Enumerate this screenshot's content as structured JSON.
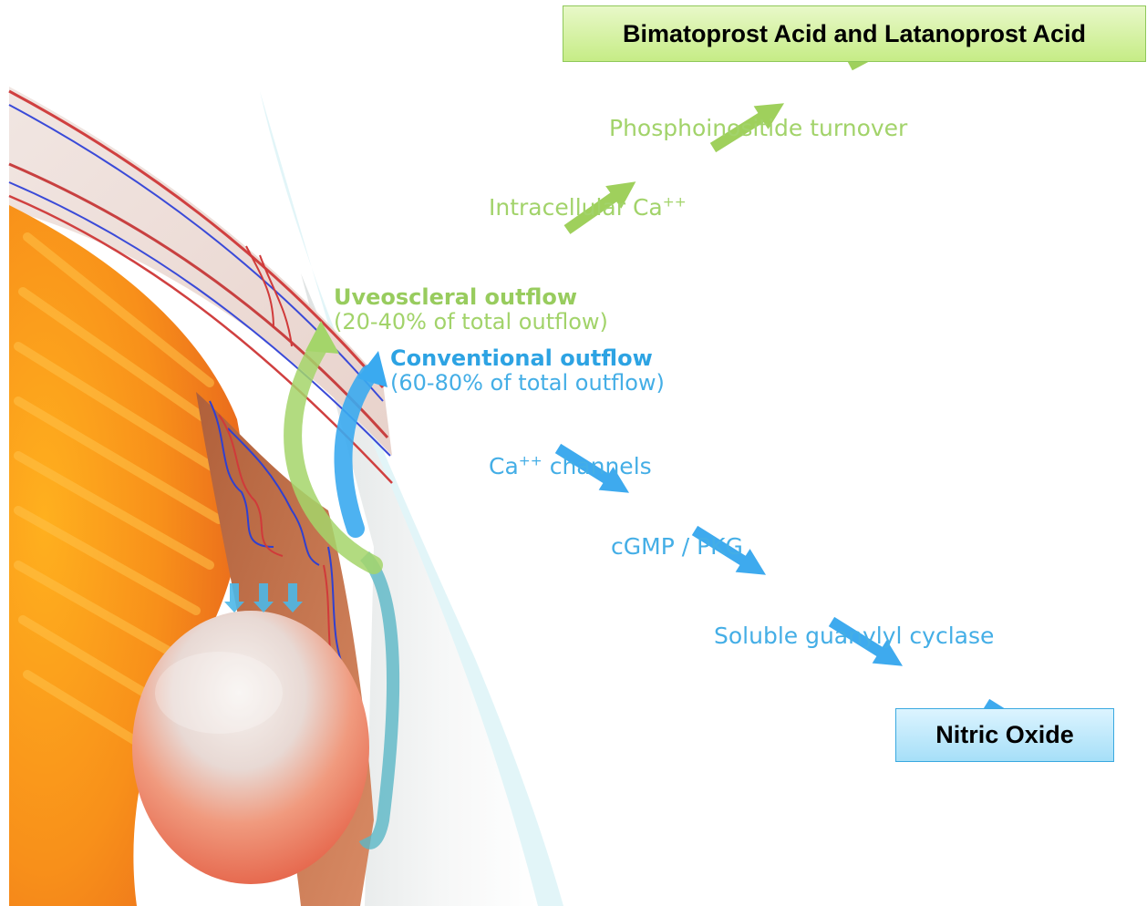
{
  "top_box": {
    "label": "Bimatoprost Acid and Latanoprost Acid"
  },
  "bottom_box": {
    "label": "Nitric Oxide"
  },
  "green_pathway": {
    "step1": "Phosphoinositide turnover",
    "step2_text": "Intracellular Ca",
    "step2_sup": "++",
    "outcome_title": "Uveoscleral outflow",
    "outcome_detail": "(20-40% of total outflow)"
  },
  "blue_pathway": {
    "outcome_title": "Conventional outflow",
    "outcome_detail": "(60-80% of total outflow)",
    "step3_text": "Ca",
    "step3_sup": "++",
    "step3_suffix": " channels",
    "step2": "cGMP / PKG",
    "step1": "Soluble guanylyl cyclase"
  },
  "colors": {
    "green_accent": "#a2d36a",
    "blue_accent": "#44aee6",
    "lens": "#f08a6a",
    "ciliary_body": "#f59a2a"
  },
  "icons": [
    "pathway-arrow",
    "outflow-arrow"
  ]
}
